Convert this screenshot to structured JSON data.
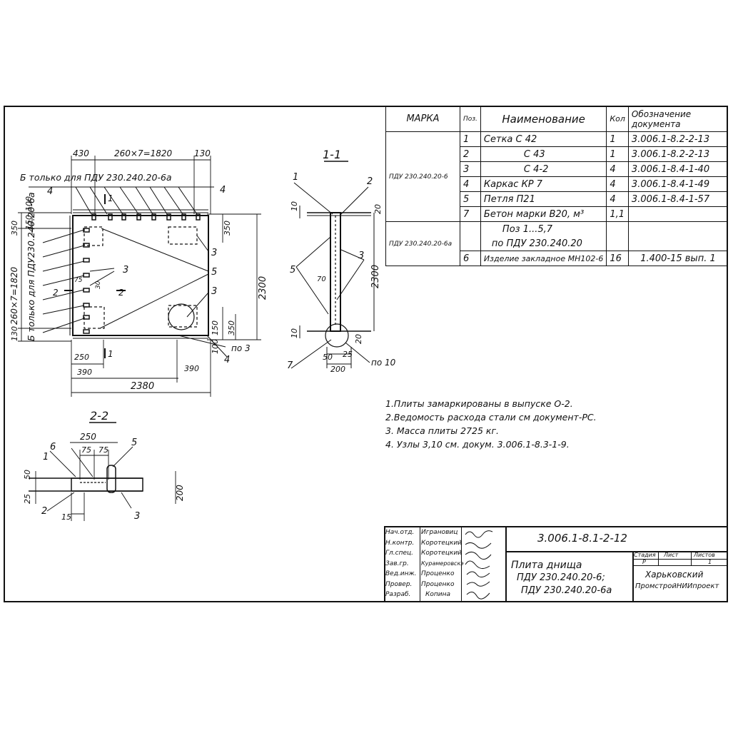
{
  "spec_table": {
    "headers": {
      "mark": "МАРКА",
      "pos": "Поз.",
      "name": "Наименование",
      "qty": "Кол",
      "doc": "Обозначение документа"
    },
    "group_a_mark": "ПДУ 230.240.20-6",
    "group_b_mark": "ПДУ 230.240.20-6а",
    "rows": [
      {
        "pos": "1",
        "name": "Сетка С 42",
        "qty": "1",
        "doc": "3.006.1-8.2-2-13"
      },
      {
        "pos": "2",
        "name": "С 43",
        "qty": "1",
        "doc": "3.006.1-8.2-2-13"
      },
      {
        "pos": "3",
        "name": "С 4-2",
        "qty": "4",
        "doc": "3.006.1-8.4-1-40"
      },
      {
        "pos": "4",
        "name": "Каркас КР 7",
        "qty": "4",
        "doc": "3.006.1-8.4-1-49"
      },
      {
        "pos": "5",
        "name": "Петля П21",
        "qty": "4",
        "doc": "3.006.1-8.4-1-57"
      },
      {
        "pos": "7",
        "name": "Бетон марки В20, м³",
        "qty": "1,1",
        "doc": ""
      }
    ],
    "group_b_note1": "Поз 1...5,7",
    "group_b_note2": "по ПДУ 230.240.20",
    "group_b_row": {
      "pos": "6",
      "name": "Изделие закладное МН102-6",
      "qty": "16",
      "doc": "1.400-15 вып. 1"
    }
  },
  "notes": [
    "1.Плиты замаркированы в выпуске О-2.",
    "2.Ведомость расхода стали см документ-РС.",
    "3. Масса плиты 2725 кг.",
    "4. Узлы 3,10 см. докум. 3.006.1-8.3-1-9."
  ],
  "plan": {
    "dim_top_left": "430",
    "dim_top_mid": "260×7=1820",
    "dim_top_right": "130",
    "only_for_top": "Б только для ПДУ 230.240.20-6а",
    "only_for_left": "Б только для ПДУ230.240.20-6а",
    "dim_left_span": "260×7=1820",
    "dim_350": "350",
    "dim_100": "100",
    "dim_150": "150",
    "dim_130": "130",
    "dim_2300": "2300",
    "dim_2380": "2380",
    "dim_250": "250",
    "dim_390": "390",
    "dim_75": "75",
    "dim_30": "30",
    "node3": "по 3",
    "labels": {
      "p1": "1",
      "p2": "2",
      "p3": "3",
      "p4": "4",
      "p5": "5"
    }
  },
  "section11": {
    "title": "1-1",
    "dim_2300": "2300",
    "dim_10": "10",
    "dim_20": "20",
    "dim_50": "50",
    "dim_25": "25",
    "dim_200": "200",
    "dim_70": "70",
    "node10": "по 10",
    "labels": {
      "p1": "1",
      "p2": "2",
      "p3": "3",
      "p5": "5",
      "p7": "7"
    }
  },
  "section22": {
    "title": "2-2",
    "dim_250": "250",
    "dim_75a": "75",
    "dim_75b": "75",
    "dim_50": "50",
    "dim_25": "25",
    "dim_200": "200",
    "dim_15": "15",
    "labels": {
      "p1": "1",
      "p2": "2",
      "p3": "3",
      "p5": "5",
      "p6": "6"
    }
  },
  "stamp": {
    "doc_code": "3.006.1-8.1-2-12",
    "title1": "Плита днища",
    "title2": "ПДУ 230.240.20-6;",
    "title3": "ПДУ 230.240.20-6а",
    "stage_h": "Стадия",
    "sheet_h": "Лист",
    "sheets_h": "Листов",
    "stage": "Р",
    "sheet": "",
    "sheets": "1",
    "org1": "Харьковский",
    "org2": "ПромстройНИИпроект",
    "people": [
      {
        "role": "Нач.отд.",
        "name": "Играновиц"
      },
      {
        "role": "Н.контр.",
        "name": "Коротецкий"
      },
      {
        "role": "Гл.спец.",
        "name": "Коротецкий"
      },
      {
        "role": "Зав.гр.",
        "name": "Курамеровскэ"
      },
      {
        "role": "Вед.инж.",
        "name": "Проценко"
      },
      {
        "role": "Провер.",
        "name": "Проценко"
      },
      {
        "role": "Разраб.",
        "name": "Копина"
      }
    ]
  },
  "colors": {
    "ink": "#111111",
    "paper": "#ffffff"
  }
}
